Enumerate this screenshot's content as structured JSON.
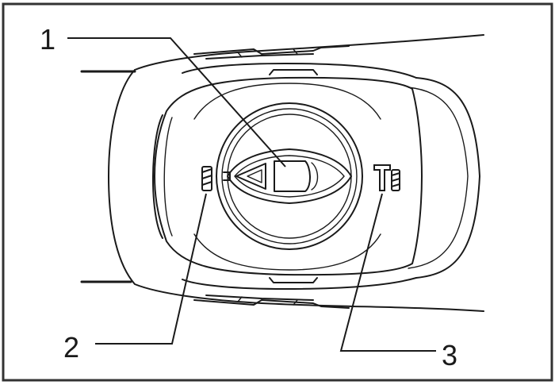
{
  "callouts": {
    "one": "1",
    "two": "2",
    "three": "3"
  },
  "icons": {
    "drill_mode": "drill-mode-icon",
    "screw_mode": "screw-mode-icon"
  },
  "colors": {
    "line": "#1a1a1a",
    "background": "#ffffff",
    "frame": "#333333"
  }
}
